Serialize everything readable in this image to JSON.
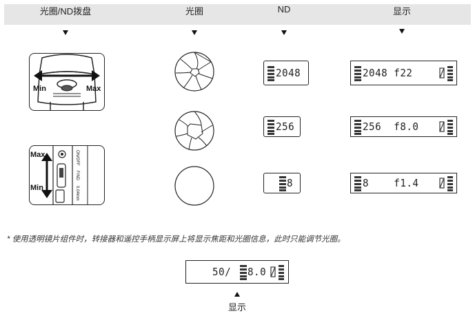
{
  "header": {
    "columns": [
      {
        "title": "光圈/ND拨盘"
      },
      {
        "title": "光圈"
      },
      {
        "title": "ND"
      },
      {
        "title": "显示"
      }
    ]
  },
  "dial": {
    "horizontal": {
      "min_label": "Min",
      "max_label": "Max"
    },
    "vertical": {
      "max_label": "Max",
      "min_label": "Min",
      "side_text": [
        "ON/OFF",
        "F/ND",
        "0.04mm"
      ]
    }
  },
  "rows": [
    {
      "nd_value": "2048",
      "display_text": "2048 f22"
    },
    {
      "nd_value": "256",
      "display_text": "256  f8.0"
    },
    {
      "nd_value": "8",
      "display_text": "8    f1.4"
    }
  ],
  "note": "* 使用透明镜片组件时，转接器和遥控手柄显示屏上将显示焦距和光圈信息，此时只能调节光圈。",
  "bottom_display": {
    "text": "50/ ",
    "text2": "8.0",
    "label": "显示"
  }
}
